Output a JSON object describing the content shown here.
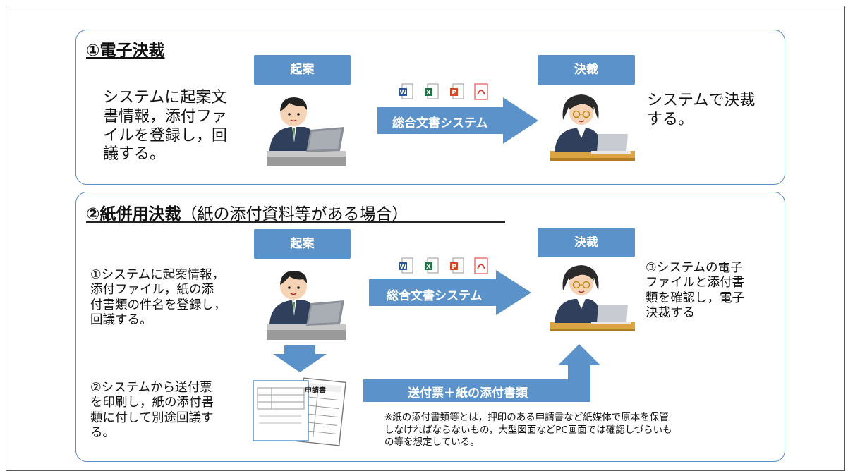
{
  "section1": {
    "title": "①電子決裁",
    "role_left": "起案",
    "role_right": "決裁",
    "left_text": [
      "システムに起案文",
      "書情報，添付ファ",
      "イルを登録し，回",
      "議する。"
    ],
    "arrow_label": "総合文書システム",
    "right_text": [
      "システムで決裁",
      "する。"
    ]
  },
  "section2": {
    "title_bold": "②紙併用決裁",
    "title_rest": "（紙の添付資料等がある場合）",
    "role_left": "起案",
    "role_right": "決裁",
    "left_text": [
      "①システムに起案情報，",
      "添付ファイル，紙の添",
      "付書類の件名を登録し，",
      "回議する。"
    ],
    "arrow_label": "総合文書システム",
    "right_text": [
      "③システムの電子",
      "ファイルと添付書",
      "類を確認し，電子",
      "決裁する"
    ],
    "bottom_left_text": [
      "②システムから送付票",
      "を印刷し，紙の添付書",
      "類に付して別途回議す",
      "る。"
    ],
    "paper_arrow_label": "送付票＋紙の添付書類",
    "note": [
      "※紙の添付書類等とは，押印のある申請書など紙媒体で原本を保管",
      "しなければならないもの，大型図面などPC画面では確認しづらいも",
      "の等を想定している。"
    ],
    "form_label": "申請書"
  },
  "colors": {
    "panel_border": "#5b8ec7",
    "role_box": "#5b92c9",
    "arrow": "#5b92c9"
  },
  "icons": [
    "word-icon",
    "excel-icon",
    "powerpoint-icon",
    "pdf-icon"
  ]
}
